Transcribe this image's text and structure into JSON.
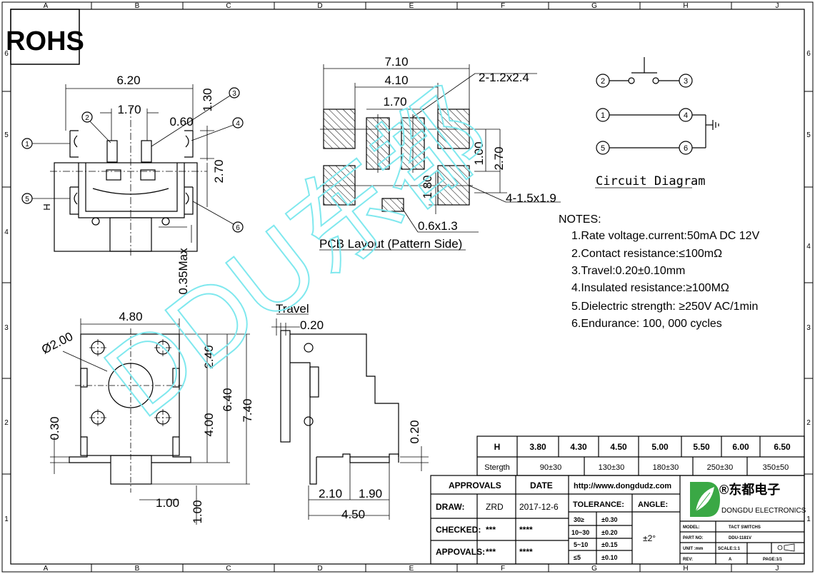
{
  "grid": {
    "cols": [
      "A",
      "B",
      "C",
      "D",
      "E",
      "F",
      "G",
      "H",
      "J"
    ],
    "rows": [
      "6",
      "5",
      "4",
      "3",
      "2",
      "1"
    ]
  },
  "rohs": "ROHS",
  "top_view": {
    "dim_width": "6.20",
    "dim_inner": "1.70",
    "dim_small": "0.60",
    "dim_v1": "1.30",
    "dim_v2": "2.70",
    "dim_h": "H",
    "dim_035": "0.35Max",
    "callouts": [
      "1",
      "2",
      "3",
      "4",
      "5",
      "6"
    ]
  },
  "pcb": {
    "dim_total": "7.10",
    "dim_mid": "4.10",
    "dim_inner": "1.70",
    "pad_label_a": "2-1.2x2.4",
    "pad_label_b": "4-1.5x1.9",
    "pad_label_c": "0.6x1.3",
    "dim_100": "1.00",
    "dim_270": "2.70",
    "dim_180": "1.80",
    "caption": "PCB Layout (Pattern Side)"
  },
  "circuit": {
    "title": "Circuit Diagram",
    "nodes": [
      "2",
      "3",
      "1",
      "4",
      "5",
      "6"
    ]
  },
  "notes": {
    "heading": "NOTES:",
    "items": [
      "1.Rate voltage.current:50mA DC 12V",
      "2.Contact resistance:≤100mΩ",
      "3.Travel:0.20±0.10mm",
      "4.Insulated resistance:≥100MΩ",
      "5.Dielectric strength: ≥250V AC/1min",
      "6.Endurance: 100, 000 cycles"
    ]
  },
  "bottom_view": {
    "dim_width": "4.80",
    "dim_dia": "Ø2.00",
    "dim_240": "2.40",
    "dim_400": "4.00",
    "dim_640": "6.40",
    "dim_740": "7.40",
    "dim_030": "0.30",
    "dim_100a": "1.00",
    "dim_100b": "1.00"
  },
  "side_view": {
    "travel_label": "Travel",
    "dim_020a": "0.20",
    "dim_020b": "0.20",
    "dim_210": "2.10",
    "dim_190": "1.90",
    "dim_450": "4.50"
  },
  "watermark": "DDU东都",
  "height_table": {
    "row1_label": "H",
    "row1": [
      "3.80",
      "4.30",
      "4.50",
      "5.00",
      "5.50",
      "6.00",
      "6.50"
    ],
    "row2_label": "Stergth",
    "row2": [
      "90±30",
      "130±30",
      "180±30",
      "250±30",
      "350±50"
    ]
  },
  "title_block": {
    "approvals": "APPROVALS",
    "date_label": "DATE",
    "url": "http://www.dongdudz.com",
    "draw_label": "DRAW:",
    "draw_name": "ZRD",
    "draw_date": "2017-12-6",
    "checked_label": "CHECKED:",
    "checked_name": "***",
    "checked_date": "****",
    "appvals_label": "APPOVALS:",
    "appvals_name": "***",
    "appvals_date": "****",
    "tolerance_label": "TOLERANCE:",
    "angle_label": "ANGLE:",
    "angle_value": "±2°",
    "tolerances": [
      {
        "range": "30≥",
        "val": "±0.30"
      },
      {
        "range": "10~30",
        "val": "±0.20"
      },
      {
        "range": "5~10",
        "val": "±0.15"
      },
      {
        "range": "≤5",
        "val": "±0.10"
      }
    ],
    "company_cn": "®东都电子",
    "company_en": "DONGDU ELECTRONICS",
    "model_label": "MODEL:",
    "model_value": "TACT SWITCHS",
    "part_label": "PART NO:",
    "part_value": "DDU-1181V",
    "unit_label": "UNIT :mm",
    "scale_label": "SCALE:1:1",
    "rev_label": "REV:",
    "rev_value": "A",
    "page_label": "PAGE:1/1"
  },
  "colors": {
    "line": "#000000",
    "watermark": "#7fe8ee",
    "logo_green": "#3aa845"
  }
}
